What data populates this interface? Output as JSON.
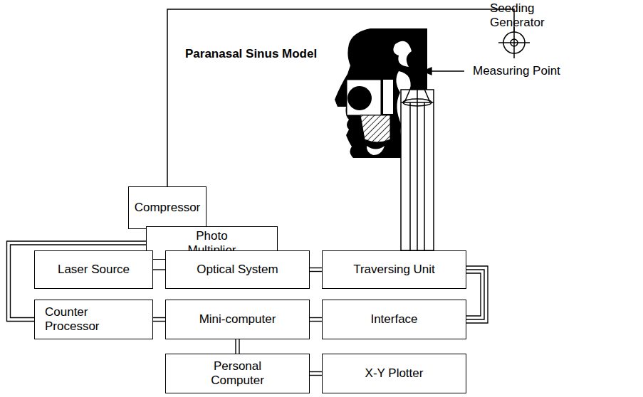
{
  "diagram": {
    "nodes": [
      {
        "text": [
          "Compressor"
        ]
      },
      {
        "text": [
          "Photo Multiplier"
        ]
      },
      {
        "text": [
          "Laser Source"
        ]
      },
      {
        "text": [
          "Optical System"
        ]
      },
      {
        "text": [
          "Traversing Unit"
        ]
      },
      {
        "text": [
          "Counter Processor"
        ]
      },
      {
        "text": [
          "Mini-computer"
        ]
      },
      {
        "text": [
          "Interface"
        ]
      },
      {
        "text": [
          "Personal Computer"
        ]
      },
      {
        "text": [
          "X-Y Plotter"
        ]
      }
    ],
    "edges": [
      {
        "from": 1,
        "to": 3,
        "arrow": "none"
      },
      {
        "from": 1,
        "to": 5,
        "arrow": "none"
      },
      {
        "from": 2,
        "to": 3,
        "arrow": "none"
      },
      {
        "from": 3,
        "to": 4,
        "arrow": "none"
      },
      {
        "from": 4,
        "to": 7,
        "arrow": "none"
      },
      {
        "from": 5,
        "to": 6,
        "arrow": "none"
      },
      {
        "from": 6,
        "to": 7,
        "arrow": "none"
      },
      {
        "from": 6,
        "to": 8,
        "arrow": "none"
      },
      {
        "from": 8,
        "to": 9,
        "arrow": "none"
      }
    ],
    "labels": [
      "Seeding Generator",
      "Paranasal Sinus Model",
      "Measuring Point"
    ]
  }
}
